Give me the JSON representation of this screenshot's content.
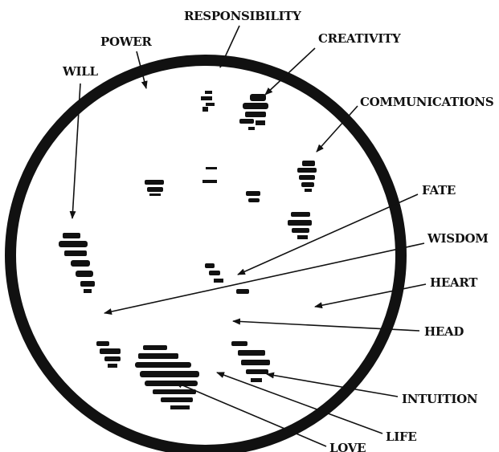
{
  "diagram": {
    "labels": {
      "responsibility": "RESPONSIBILITY",
      "power": "POWER",
      "creativity": "CREATIVITY",
      "will": "WILL",
      "communications": "COMMUNICATIONS",
      "fate": "FATE",
      "wisdom": "WISDOM",
      "heart": "HEART",
      "head": "HEAD",
      "intuition": "INTUITION",
      "life": "LIFE",
      "love": "LOVE"
    }
  }
}
